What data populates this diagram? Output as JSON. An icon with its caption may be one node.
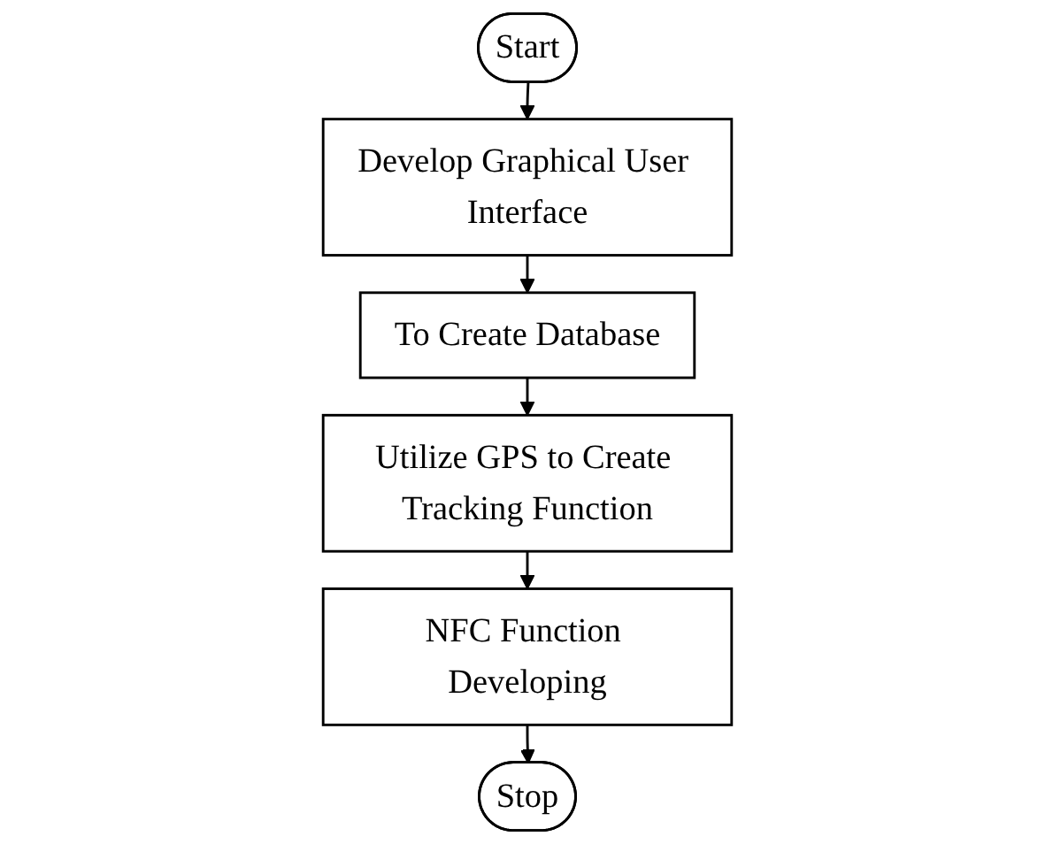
{
  "diagram": {
    "nodes": [
      {
        "text": [
          "Start"
        ]
      },
      {
        "text": [
          "Develop Graphical User Interface"
        ]
      },
      {
        "text": [
          "To Create Database"
        ]
      },
      {
        "text": [
          "Utilize GPS to Create Tracking Function"
        ]
      },
      {
        "text": [
          "NFC Function Developing"
        ]
      },
      {
        "text": [
          "Stop"
        ]
      }
    ],
    "edges": [
      {
        "from": 0,
        "to": 1,
        "arrow": "to"
      },
      {
        "from": 1,
        "to": 2,
        "arrow": "to"
      },
      {
        "from": 2,
        "to": 3,
        "arrow": "to"
      },
      {
        "from": 3,
        "to": 4,
        "arrow": "to"
      },
      {
        "from": 4,
        "to": 5,
        "arrow": "to"
      }
    ]
  }
}
